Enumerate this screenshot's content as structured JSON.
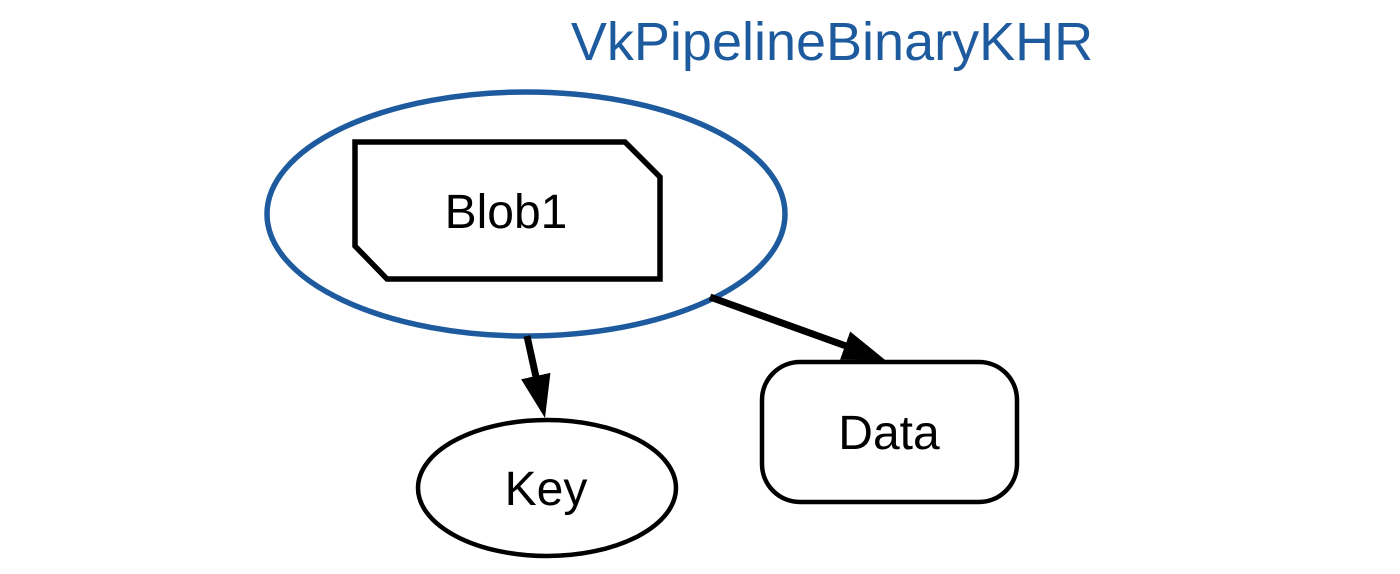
{
  "title": {
    "text": "VkPipelineBinaryKHR"
  },
  "colors": {
    "accent": "#1e5b9e",
    "node_stroke": "#000000",
    "node_fill": "#ffffff",
    "background": "#ffffff"
  },
  "nodes": {
    "container": {
      "shape": "ellipse",
      "represents": "VkPipelineBinaryKHR"
    },
    "blob1": {
      "label": "Blob1",
      "shape": "card"
    },
    "key": {
      "label": "Key",
      "shape": "ellipse"
    },
    "data": {
      "label": "Data",
      "shape": "rounded-rectangle"
    }
  },
  "edges": [
    {
      "from": "container",
      "to": "key"
    },
    {
      "from": "container",
      "to": "data"
    }
  ]
}
